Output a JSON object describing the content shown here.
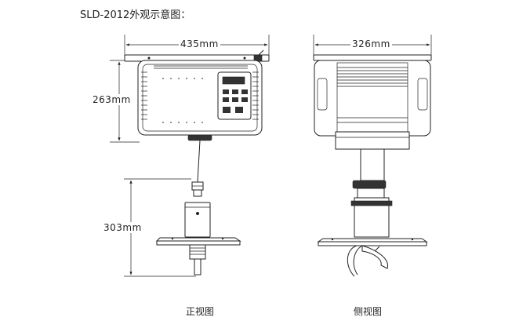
{
  "title": "SLD-2012外观示意图：",
  "front": {
    "caption": "正视图",
    "width_label": "435mm",
    "height_label": "263mm",
    "drop_label": "303mm"
  },
  "side": {
    "caption": "侧视图",
    "width_label": "326mm"
  }
}
